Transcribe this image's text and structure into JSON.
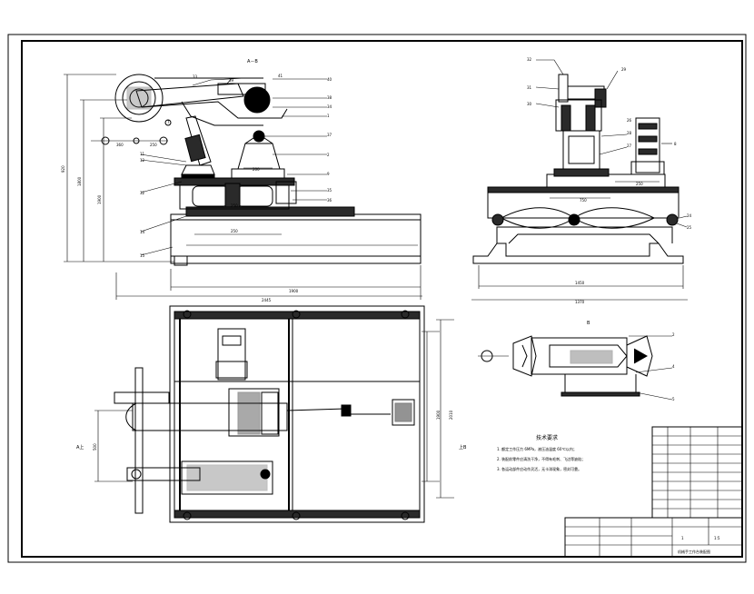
{
  "views": {
    "front_title": "A－B",
    "detail_title": "B",
    "section_left": "A上",
    "section_right": "上B"
  },
  "dimensions": {
    "front_d1": "360",
    "front_d2": "250",
    "front_d3": "200",
    "front_d4": "250",
    "front_d5": "250",
    "front_total": "2445",
    "front_base": "1900",
    "front_h1": "920",
    "front_h2": "1800",
    "front_h3": "1900",
    "side_d1": "750",
    "side_d2": "250",
    "side_base": "1450",
    "side_total": "1370",
    "plan_h1": "1900",
    "plan_h2": "2010",
    "plan_left": "500"
  },
  "callouts_front": [
    "33",
    "41",
    "39",
    "40",
    "38",
    "37",
    "9",
    "35",
    "36",
    "34",
    "1",
    "2",
    "11",
    "12",
    "32",
    "14",
    "15",
    "7"
  ],
  "callouts_side": [
    "32",
    "31",
    "30",
    "29",
    "28",
    "27",
    "26",
    "8",
    "24",
    "25"
  ],
  "callouts_detail": [
    "2",
    "4",
    "5"
  ],
  "notes": {
    "title": "技术要求",
    "items": [
      "1. 额定工作压力 6MPa，液压油温度 60℃以内；",
      "2. 装配前零件应清洗干净，不得有毛刺、飞边等缺陷；",
      "3. 各运动部件应动作灵活，无卡滞现象，密封可靠。"
    ]
  },
  "title_block": {
    "drawing_title": "机械手工作台装配图",
    "scale": "1:5",
    "sheet": "1"
  }
}
